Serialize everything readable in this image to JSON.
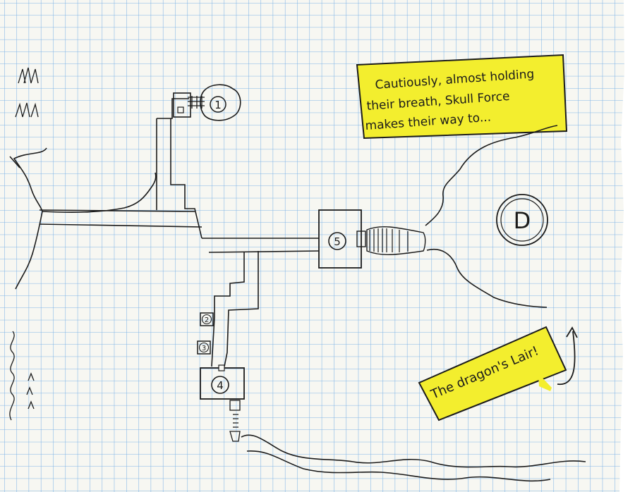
{
  "map": {
    "paper": {
      "background": "#f7f7f2",
      "grid_color": "#7fb4e6",
      "ink_color": "#1b1b1b",
      "highlight_color": "#f3ee2e"
    },
    "callout_top": {
      "lines": [
        "Cautiously, almost holding",
        "their breath, Skull Force",
        "makes their way to..."
      ]
    },
    "callout_bottom": {
      "text": "The dragon's Lair!"
    },
    "room_labels": {
      "room_1": "1",
      "room_2": "2",
      "room_3": "3",
      "room_4": "4",
      "room_5": "5",
      "dragon": "D"
    }
  }
}
